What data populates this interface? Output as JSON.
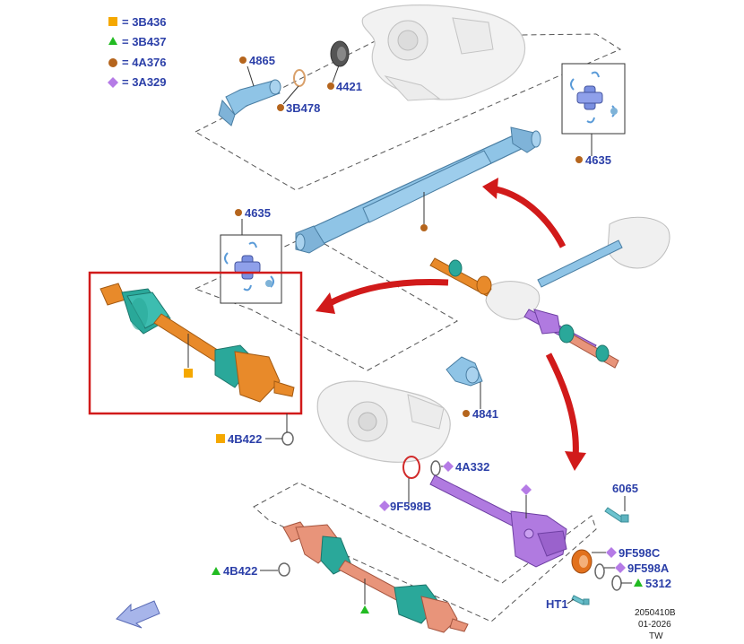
{
  "legend": [
    {
      "symbol": "square",
      "color": "#f5a800",
      "text": "= 3B436"
    },
    {
      "symbol": "triangle",
      "color": "#22bb22",
      "text": "= 3B437"
    },
    {
      "symbol": "circle",
      "color": "#b5651d",
      "text": "= 4A376"
    },
    {
      "symbol": "diamond",
      "color": "#b57be6",
      "text": "= 3A329"
    }
  ],
  "colors": {
    "shaft_blue": "#8fc4e6",
    "shaft_orange": "#e88a2a",
    "shaft_purple": "#b07ae0",
    "shaft_salmon": "#e8947a",
    "boot_teal": "#2aa89a",
    "highlight_red": "#d11a1a",
    "label_blue": "#2b3fa8"
  },
  "labels": {
    "p4865": "4865",
    "p3b478": "3B478",
    "p4421": "4421",
    "p4635_top": "4635",
    "p4635_left": "4635",
    "p4841": "4841",
    "p4b422_mid": "4B422",
    "p4a332": "4A332",
    "p9f598b": "9F598B",
    "p6065": "6065",
    "p9f598c": "9F598C",
    "p9f598a": "9F598A",
    "p5312": "5312",
    "pht1": "HT1",
    "p4b422_low": "4B422"
  },
  "footer": {
    "code": "2050410B",
    "date": "01-2026",
    "initials": "TW"
  }
}
